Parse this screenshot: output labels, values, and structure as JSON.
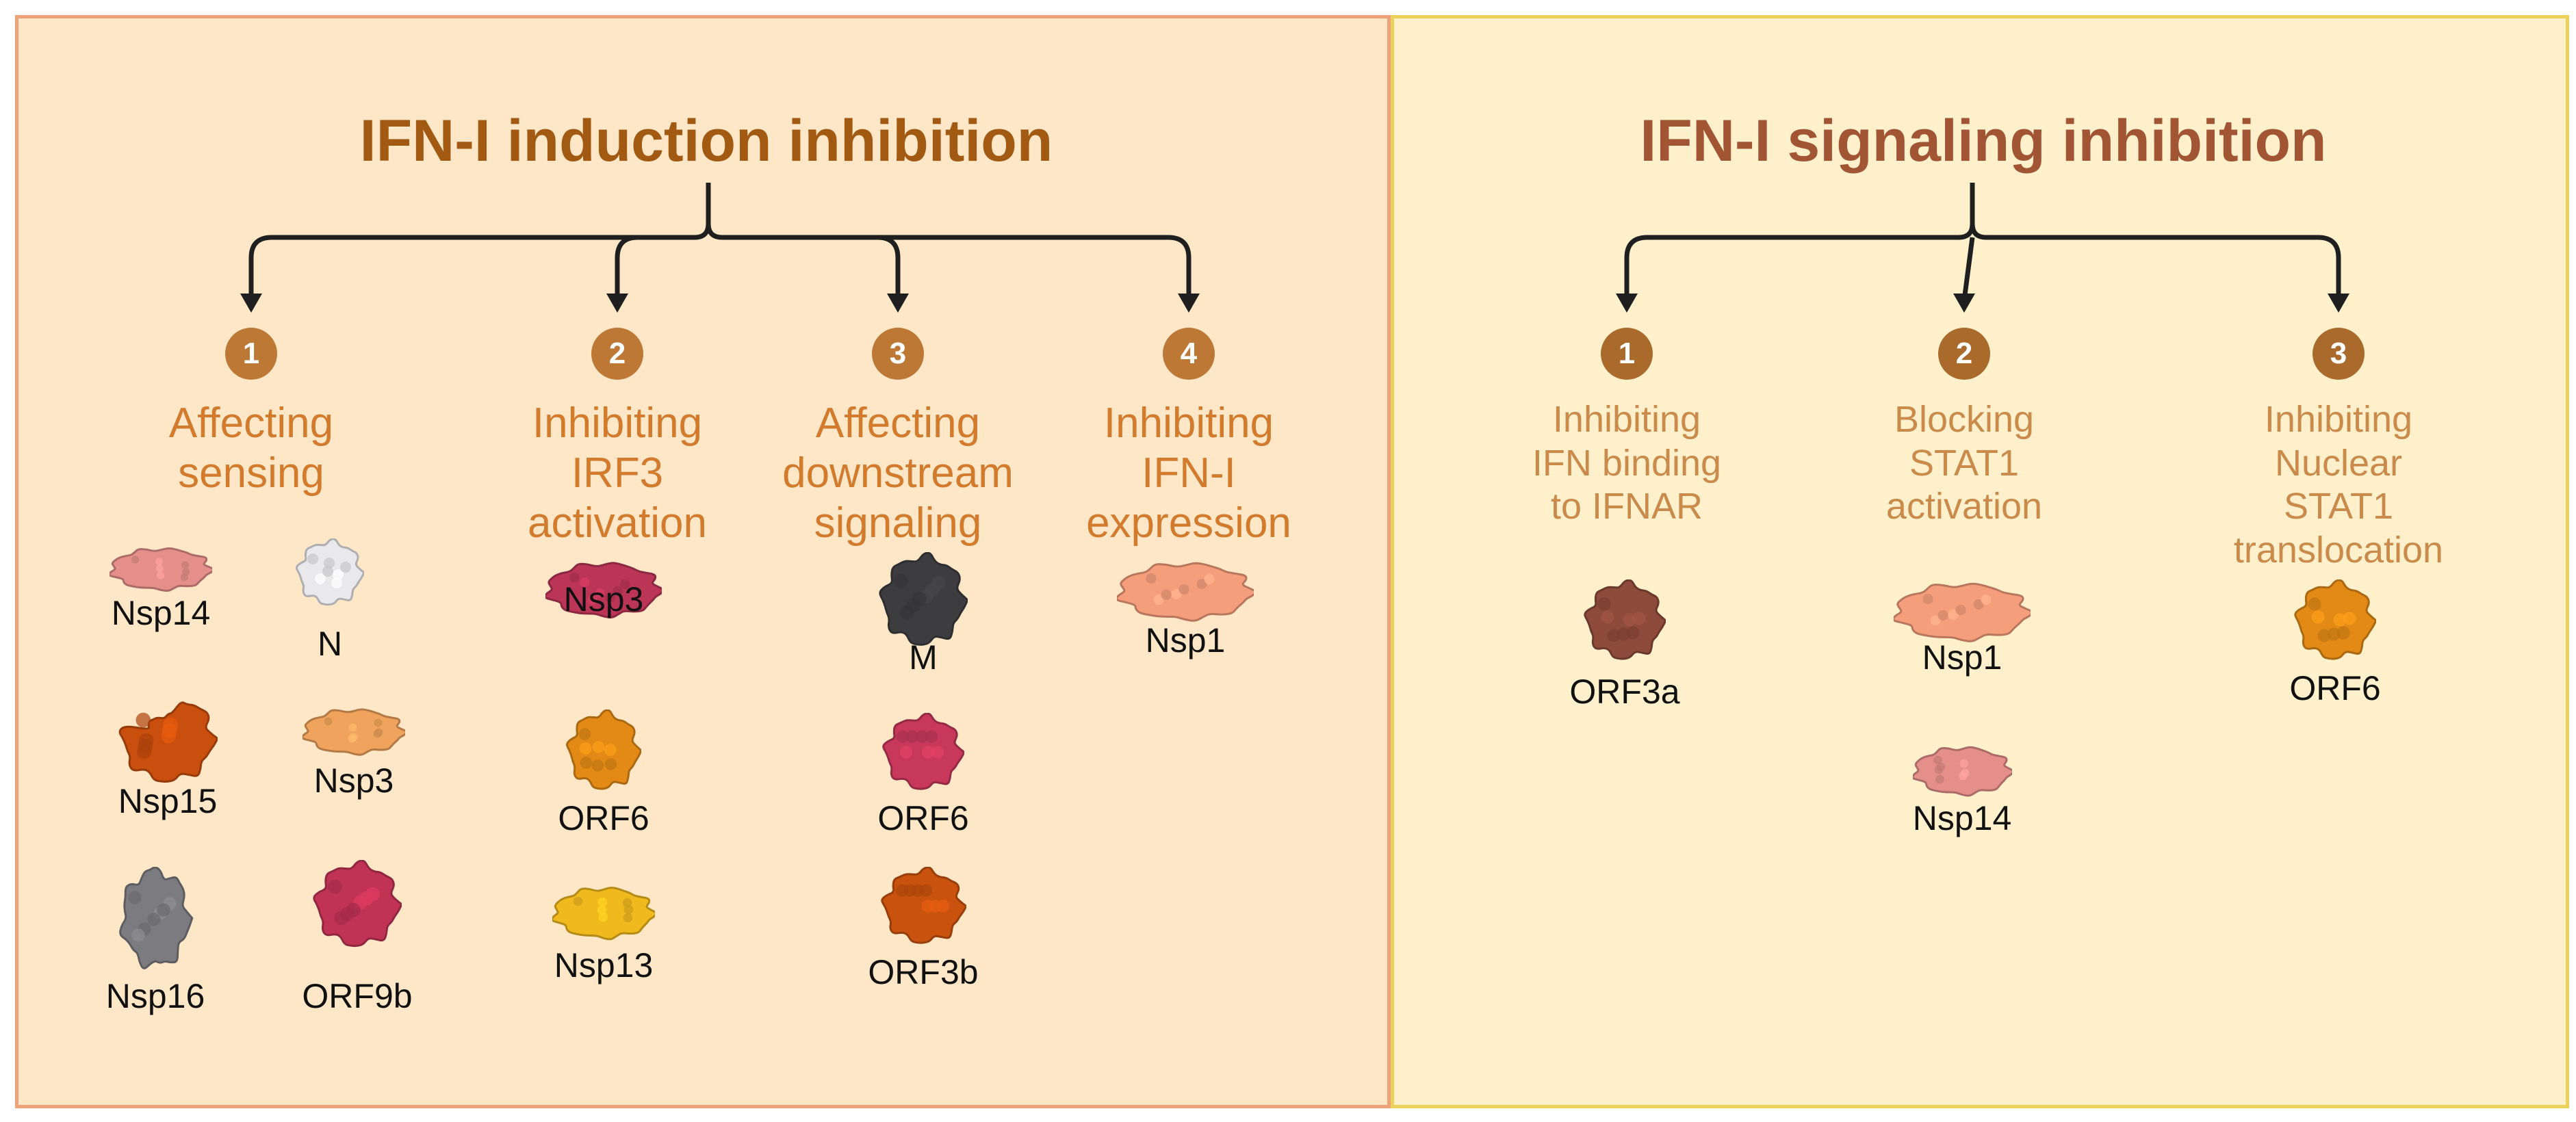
{
  "colors": {
    "left_bg": "#fde7c6",
    "left_border": "#eea27a",
    "right_bg": "#fdf0cb",
    "right_border": "#ecd15b",
    "left_title": "#a25a12",
    "right_title": "#a15533",
    "left_category_text": "#d27b2c",
    "right_category_text": "#c98a4a",
    "left_badge": "#be7835",
    "right_badge": "#a96a2b",
    "arrow": "#1f1f1f"
  },
  "left_panel": {
    "title": "IFN-I induction inhibition",
    "categories": [
      {
        "number": "1",
        "label_lines": [
          "Affecting",
          "sensing"
        ]
      },
      {
        "number": "2",
        "label_lines": [
          "Inhibiting",
          "IRF3",
          "activation"
        ]
      },
      {
        "number": "3",
        "label_lines": [
          "Affecting",
          "downstream",
          "signaling"
        ]
      },
      {
        "number": "4",
        "label_lines": [
          "Inhibiting",
          "IFN-I",
          "expression"
        ]
      }
    ],
    "proteins": [
      {
        "name": "Nsp14",
        "shape": "blob-flat",
        "color": "#e58f8a",
        "category": "1"
      },
      {
        "name": "N",
        "shape": "blob-round",
        "color": "#e9e9ec",
        "category": "1"
      },
      {
        "name": "Nsp15",
        "shape": "blob-claw",
        "color": "#c94f0e",
        "category": "1"
      },
      {
        "name": "Nsp3",
        "shape": "blob-flat",
        "color": "#efa35d",
        "category": "1"
      },
      {
        "name": "Nsp16",
        "shape": "blob-tall",
        "color": "#7c7c80",
        "category": "1"
      },
      {
        "name": "ORF9b",
        "shape": "blob-round",
        "color": "#c13355",
        "category": "1"
      },
      {
        "name": "Nsp3",
        "shape": "blob-flat",
        "color": "#bb3556",
        "category": "2"
      },
      {
        "name": "ORF6",
        "shape": "blob-round",
        "color": "#e38a16",
        "category": "2"
      },
      {
        "name": "Nsp13",
        "shape": "blob-flat",
        "color": "#f0b91e",
        "category": "2"
      },
      {
        "name": "M",
        "shape": "blob-round",
        "color": "#3d3d40",
        "category": "3"
      },
      {
        "name": "ORF6",
        "shape": "blob-round",
        "color": "#c7385a",
        "category": "3"
      },
      {
        "name": "ORF3b",
        "shape": "blob-round",
        "color": "#c9520e",
        "category": "3"
      },
      {
        "name": "Nsp1",
        "shape": "blob-flat",
        "color": "#f59e7c",
        "category": "4"
      }
    ]
  },
  "right_panel": {
    "title": "IFN-I signaling inhibition",
    "categories": [
      {
        "number": "1",
        "label_lines": [
          "Inhibiting",
          "IFN binding",
          "to IFNAR"
        ]
      },
      {
        "number": "2",
        "label_lines": [
          "Blocking",
          "STAT1",
          "activation"
        ]
      },
      {
        "number": "3",
        "label_lines": [
          "Inhibiting",
          "Nuclear",
          "STAT1",
          "translocation"
        ]
      }
    ],
    "proteins": [
      {
        "name": "ORF3a",
        "shape": "blob-round",
        "color": "#8e4a3a",
        "category": "1"
      },
      {
        "name": "Nsp1",
        "shape": "blob-flat",
        "color": "#f59e7c",
        "category": "2"
      },
      {
        "name": "Nsp14",
        "shape": "blob-flat",
        "color": "#e58f8a",
        "category": "2"
      },
      {
        "name": "ORF6",
        "shape": "blob-round",
        "color": "#e38a16",
        "category": "3"
      }
    ]
  }
}
